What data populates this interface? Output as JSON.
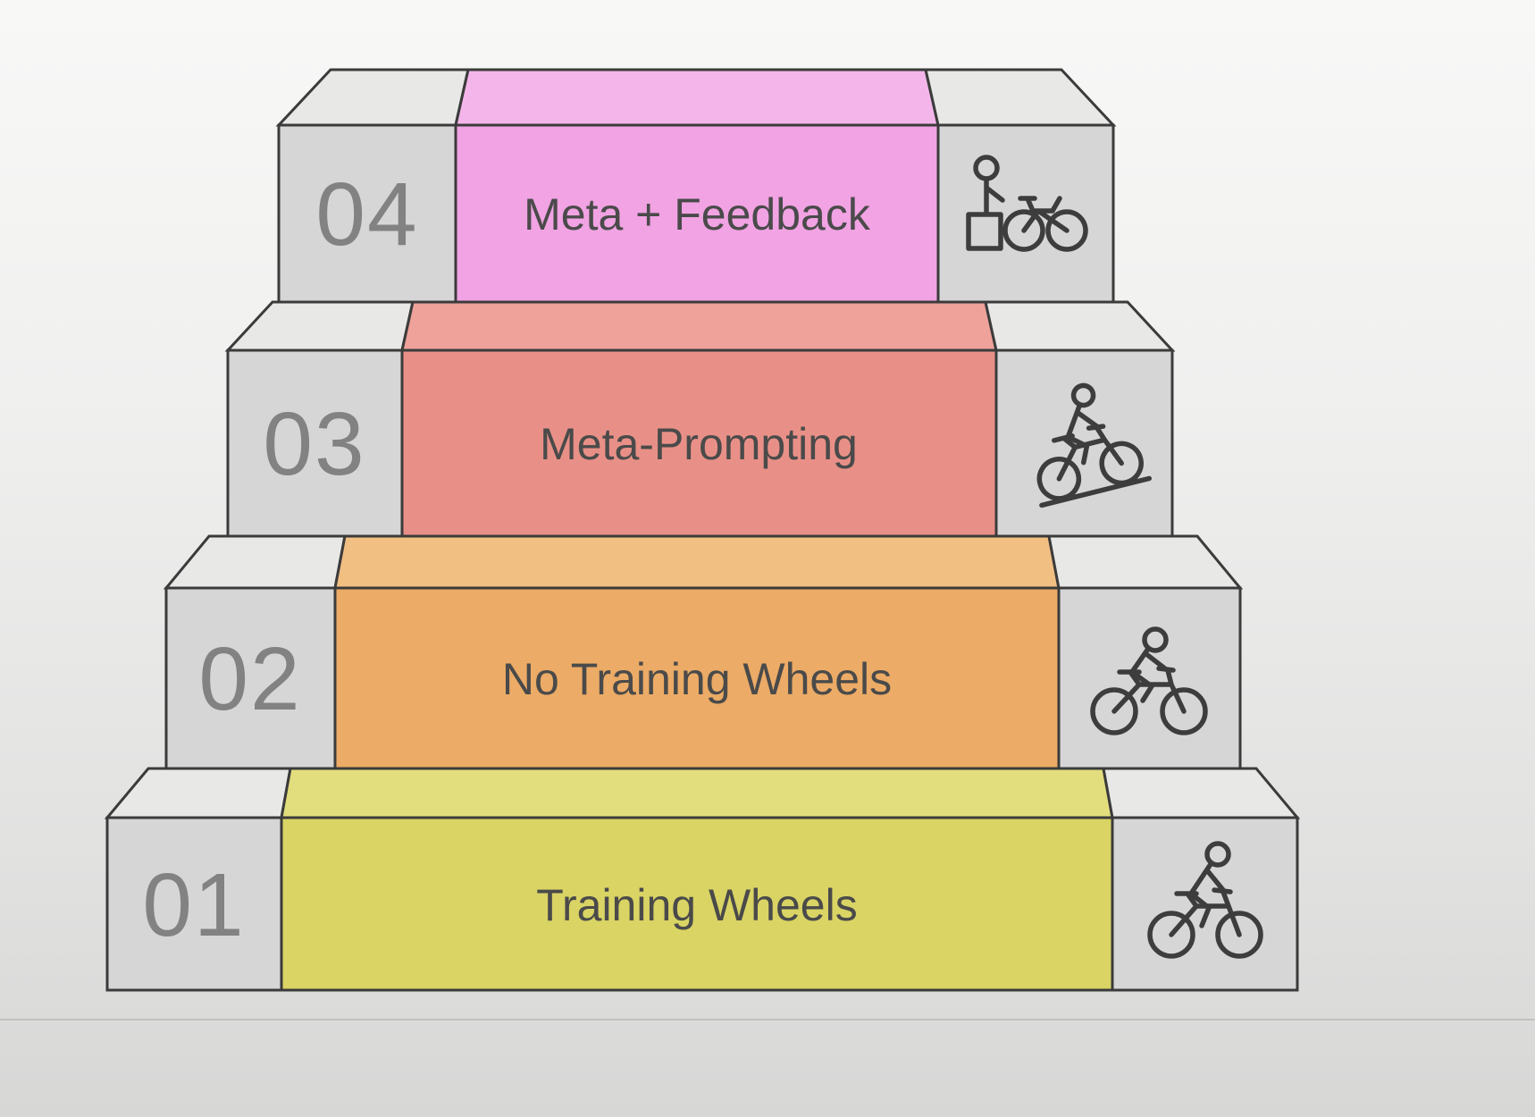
{
  "colors": {
    "background_top": "#f8f8f7",
    "background_bottom": "#d7d7d6",
    "outline": "#3b3b3b",
    "gray_front": "#d6d6d6",
    "gray_top": "#e8e8e7",
    "number_color": "#828282",
    "label_color": "#4a4a4a"
  },
  "steps": [
    {
      "number": "01",
      "label": "Training Wheels",
      "front_color": "#d9d464",
      "top_color": "#e3de7d",
      "icon": "cyclist-riding-icon"
    },
    {
      "number": "02",
      "label": "No Training Wheels",
      "front_color": "#ecab66",
      "top_color": "#f2bf82",
      "icon": "cyclist-no-training-wheels-icon"
    },
    {
      "number": "03",
      "label": "Meta-Prompting",
      "front_color": "#e89087",
      "top_color": "#eea29a",
      "icon": "cyclist-uphill-icon"
    },
    {
      "number": "04",
      "label": "Meta + Feedback",
      "front_color": "#f1a3e3",
      "top_color": "#f4b6ea",
      "icon": "person-with-bicycle-icon"
    }
  ]
}
